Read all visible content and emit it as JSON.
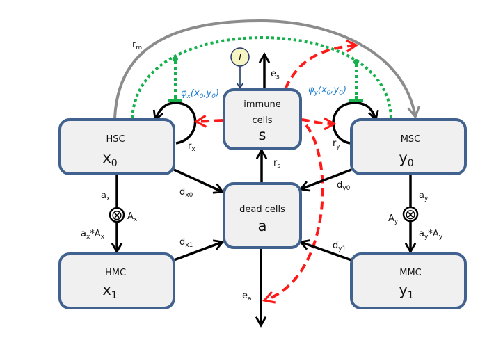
{
  "nodes": {
    "hsc": {
      "name": "HSC",
      "var": "x",
      "var_sub": "0"
    },
    "msc": {
      "name": "MSC",
      "var": "y",
      "var_sub": "0"
    },
    "hmc": {
      "name": "HMC",
      "var": "x",
      "var_sub": "1"
    },
    "mmc": {
      "name": "MMC",
      "var": "y",
      "var_sub": "1"
    },
    "immune": {
      "line1": "immune",
      "line2": "cells",
      "var": "s"
    },
    "dead": {
      "line1": "dead cells",
      "var": "a"
    },
    "input": {
      "label": "I"
    }
  },
  "edge_labels": {
    "rm": {
      "base": "r",
      "sub": "m"
    },
    "rx": {
      "base": "r",
      "sub": "x"
    },
    "ry": {
      "base": "r",
      "sub": "y"
    },
    "rs": {
      "base": "r",
      "sub": "s"
    },
    "es": {
      "base": "e",
      "sub": "s"
    },
    "ea": {
      "base": "e",
      "sub": "a"
    },
    "ax": {
      "base": "a",
      "sub": "x"
    },
    "ay": {
      "base": "a",
      "sub": "y"
    },
    "Ax": {
      "base": "A",
      "sub": "x"
    },
    "Ay": {
      "base": "A",
      "sub": "y"
    },
    "axAx": {
      "p1": "a",
      "s1": "x",
      "mid": "*A",
      "s2": "x"
    },
    "ayAy": {
      "p1": "a",
      "s1": "y",
      "mid": "*A",
      "s2": "y"
    },
    "dx0": {
      "base": "d",
      "sub": "x0"
    },
    "dx1": {
      "base": "d",
      "sub": "x1"
    },
    "dy0": {
      "base": "d",
      "sub": "y0"
    },
    "dy1": {
      "base": "d",
      "sub": "y1"
    }
  },
  "feedback_labels": {
    "phix": {
      "phi": "φ",
      "phi_sub": "x",
      "open": "(x",
      "s0": "0",
      "mid": ",y",
      "s1": "0",
      "close": ")"
    },
    "phiy": {
      "phi": "φ",
      "phi_sub": "y",
      "open": "(x",
      "s0": "0",
      "mid": ",y",
      "s1": "0",
      "close": ")"
    }
  },
  "symbols": {
    "multiply": "⊗"
  },
  "colors": {
    "box_border": "#41618f",
    "box_fill": "#f0f0f0",
    "feedback_green": "#16b04c",
    "immune_red": "#ff1a1a",
    "migration_gray": "#8c8c8c",
    "label_blue": "#1f7fd1",
    "input_fill": "#f7f6c3"
  }
}
